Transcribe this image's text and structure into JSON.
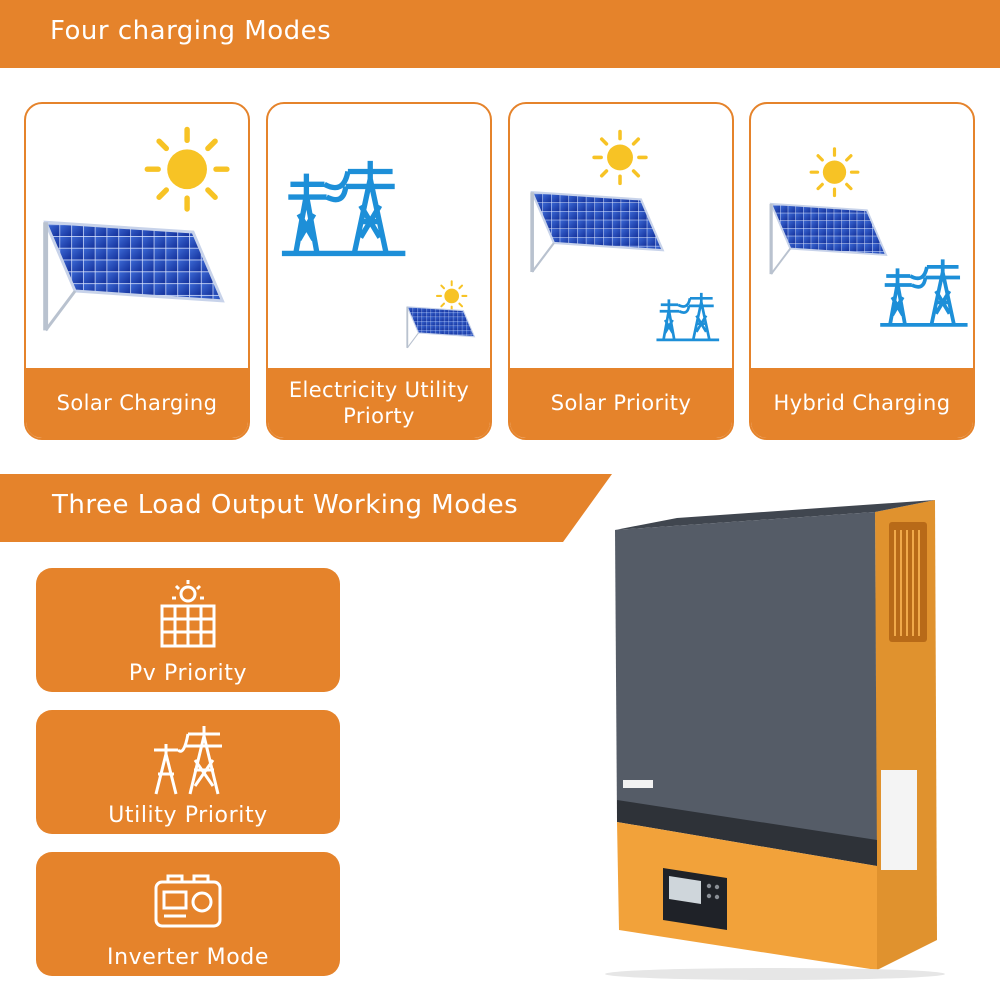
{
  "headings": {
    "charging_modes": "Four charging Modes",
    "output_modes": "Three Load Output Working Modes"
  },
  "charging_cards": [
    {
      "label": "Solar Charging"
    },
    {
      "label": "Electricity Utility Priorty"
    },
    {
      "label": "Solar Priority"
    },
    {
      "label": "Hybrid Charging"
    }
  ],
  "output_modes": [
    {
      "label": "Pv Priority",
      "icon": "solar-panel-icon"
    },
    {
      "label": "Utility Priority",
      "icon": "pylon-icon"
    },
    {
      "label": "Inverter Mode",
      "icon": "inverter-icon"
    }
  ],
  "colors": {
    "accent": "#E5832B",
    "sun": "#F7C325",
    "panel": "#1C3FA8",
    "pylon": "#1D8FD8",
    "inverter_front": "#545B66"
  }
}
